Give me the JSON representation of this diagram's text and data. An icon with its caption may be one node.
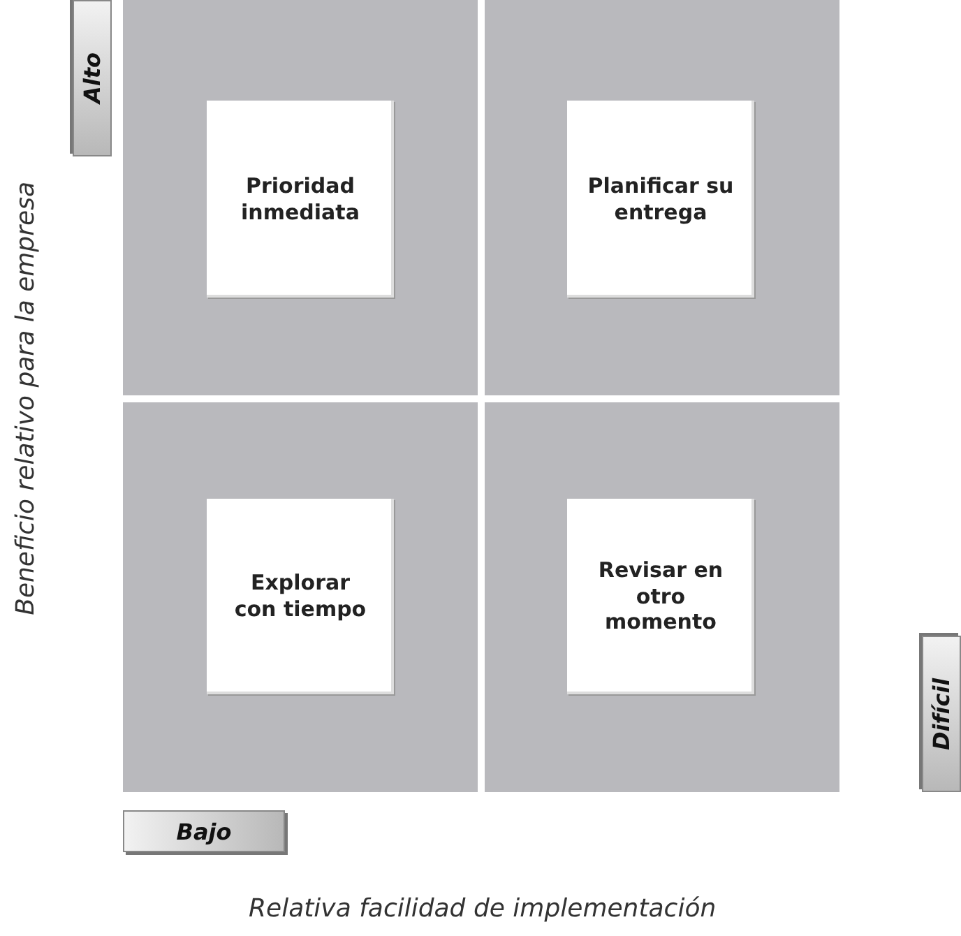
{
  "diagram": {
    "nodes": [
      {
        "text": [
          "Alto"
        ]
      },
      {
        "text": [
          "Prioridad inmediata"
        ]
      },
      {
        "text": [
          "Planificar su entrega"
        ]
      },
      {
        "text": [
          "Explorar con tiempo"
        ]
      },
      {
        "text": [
          "Revisar en otro momento"
        ]
      },
      {
        "text": [
          "Difícil"
        ]
      },
      {
        "text": [
          "Bajo"
        ]
      }
    ],
    "labels": [
      "Beneficio relativo para la empresa",
      "Relativa facilidad de implementación"
    ]
  }
}
